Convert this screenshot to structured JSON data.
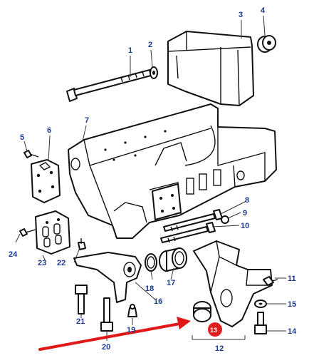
{
  "callouts": [
    {
      "id": "1",
      "label": "1"
    },
    {
      "id": "2",
      "label": "2"
    },
    {
      "id": "3",
      "label": "3"
    },
    {
      "id": "4",
      "label": "4"
    },
    {
      "id": "5",
      "label": "5"
    },
    {
      "id": "6",
      "label": "6"
    },
    {
      "id": "7",
      "label": "7"
    },
    {
      "id": "8",
      "label": "8"
    },
    {
      "id": "9",
      "label": "9"
    },
    {
      "id": "10",
      "label": "10"
    },
    {
      "id": "11",
      "label": "11"
    },
    {
      "id": "12",
      "label": "12"
    },
    {
      "id": "13",
      "label": "13"
    },
    {
      "id": "14",
      "label": "14"
    },
    {
      "id": "15",
      "label": "15"
    },
    {
      "id": "16",
      "label": "16"
    },
    {
      "id": "17",
      "label": "17"
    },
    {
      "id": "18",
      "label": "18"
    },
    {
      "id": "19",
      "label": "19"
    },
    {
      "id": "20",
      "label": "20"
    },
    {
      "id": "21",
      "label": "21"
    },
    {
      "id": "22",
      "label": "22"
    },
    {
      "id": "23",
      "label": "23"
    },
    {
      "id": "24",
      "label": "24"
    }
  ],
  "colors": {
    "label": "#1a3a8f",
    "highlight_badge": "#e02020",
    "arrow": "#e01818",
    "line": "#111111"
  },
  "highlighted_part": "13"
}
